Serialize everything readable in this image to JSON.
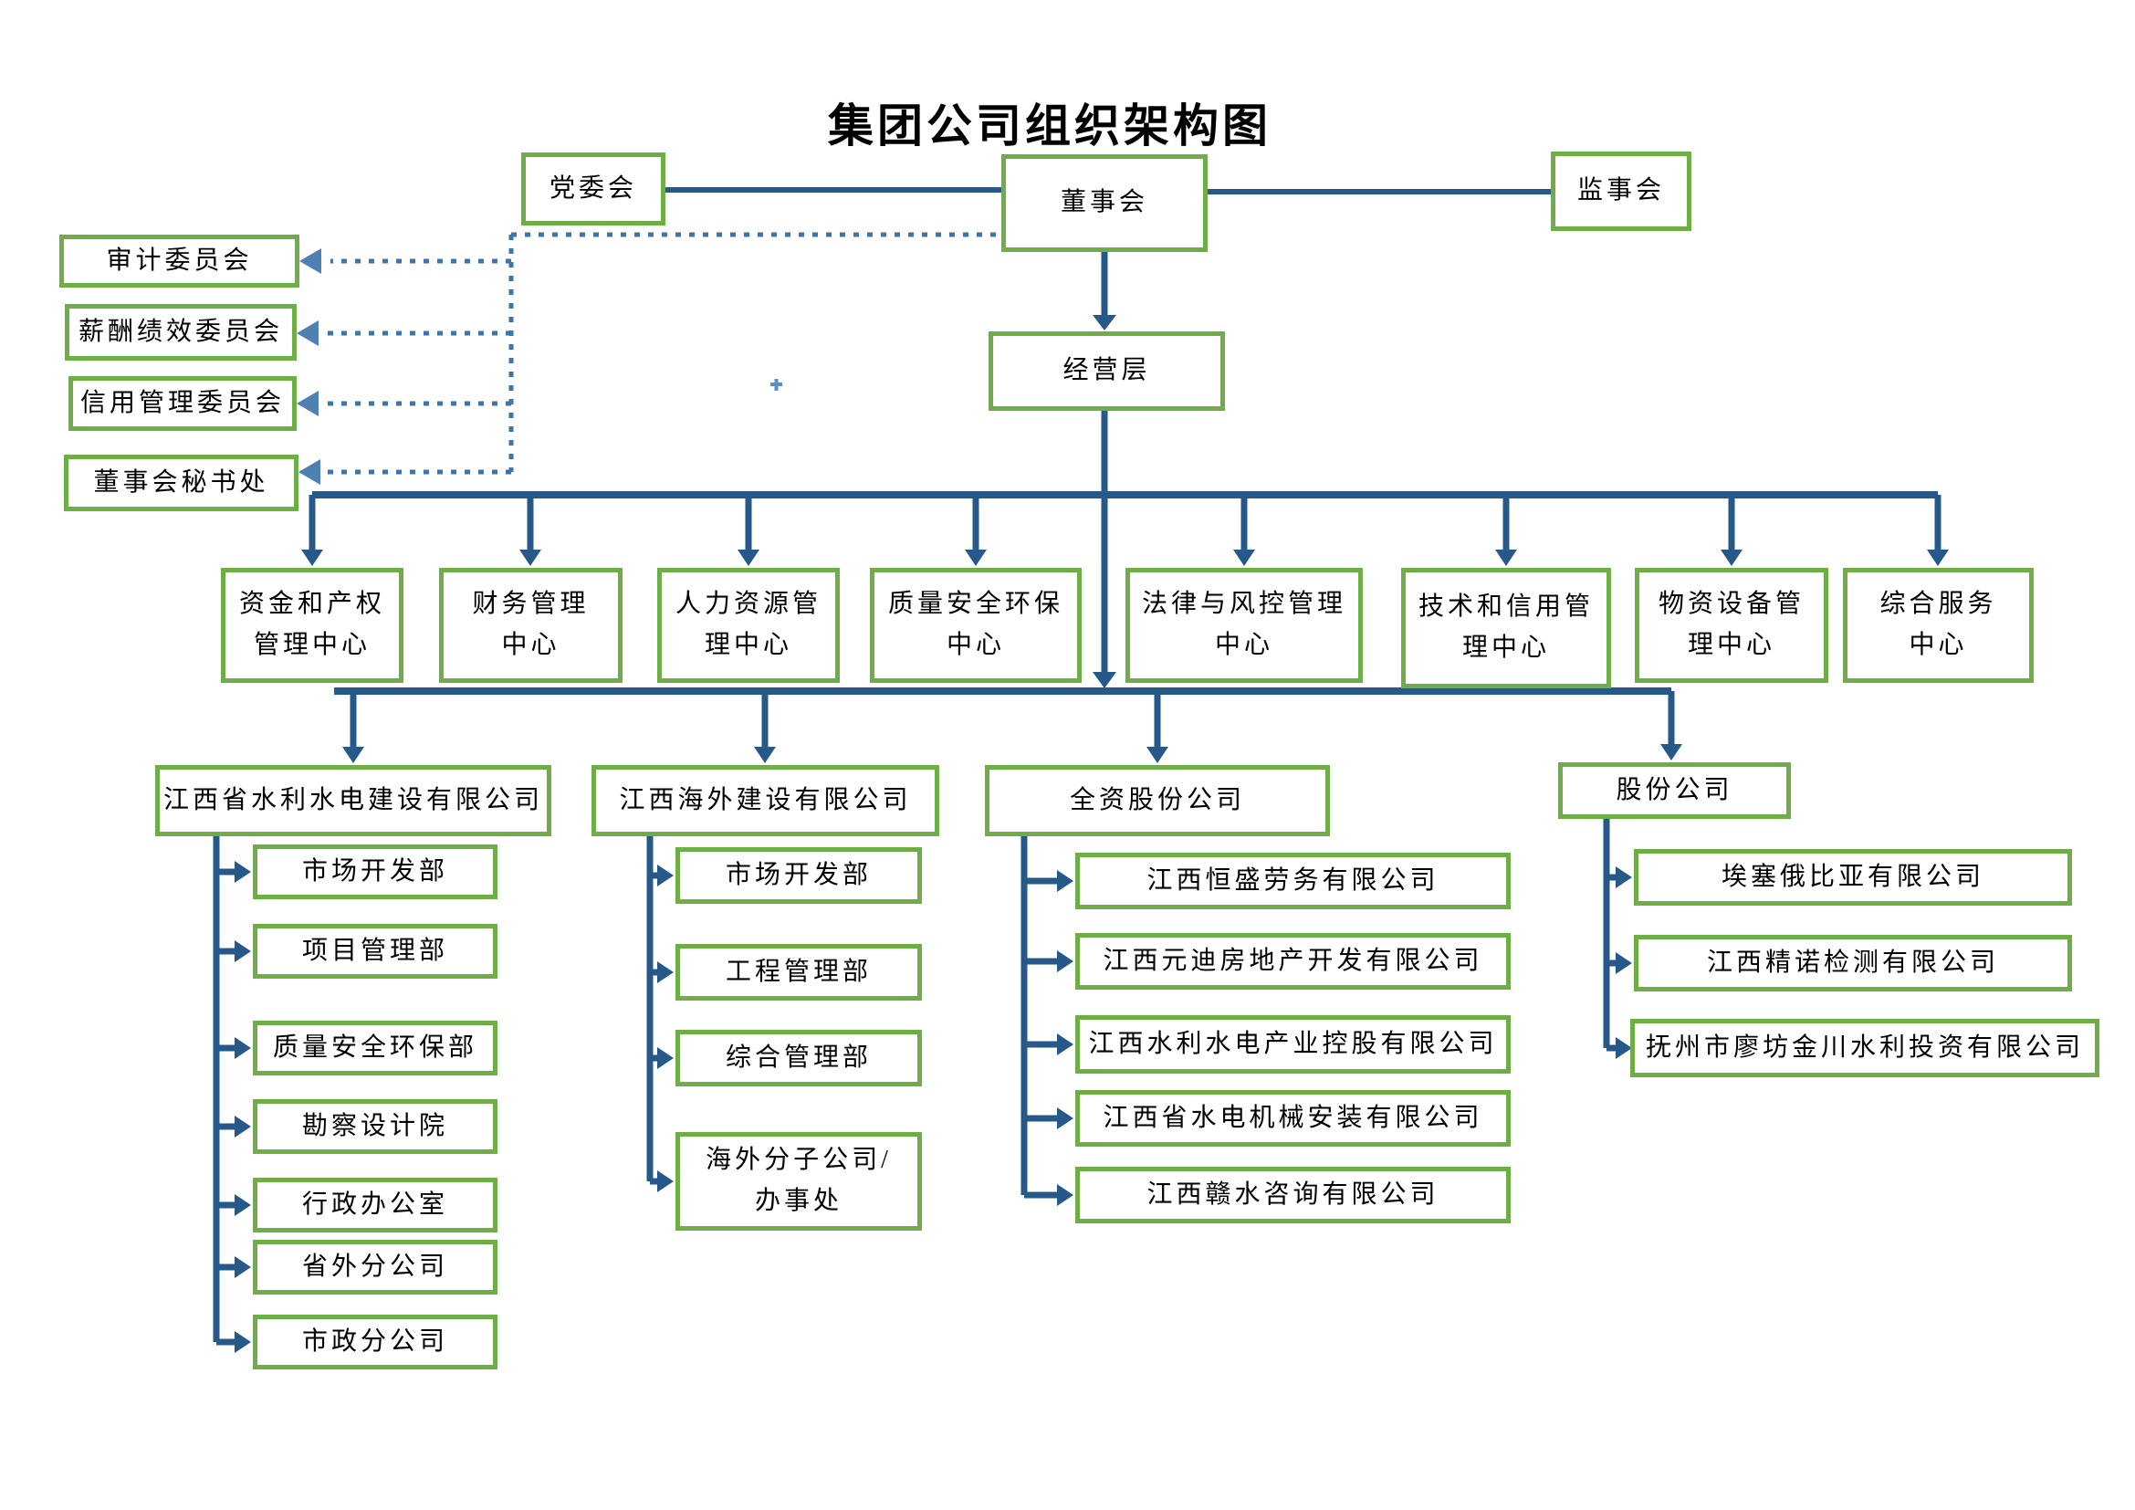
{
  "title": "集团公司组织架构图",
  "top": {
    "party_committee": "党委会",
    "board": "董事会",
    "supervisory_board": "监事会",
    "management": "经营层"
  },
  "committees": [
    "审计委员会",
    "薪酬绩效委员会",
    "信用管理委员会",
    "董事会秘书处"
  ],
  "centers": [
    "资金和产权\n管理中心",
    "财务管理\n中心",
    "人力资源管\n理中心",
    "质量安全环保\n中心",
    "法律与风控管理\n中心",
    "技术和信用管\n理中心",
    "物资设备管\n理中心",
    "综合服务\n中心"
  ],
  "groups": [
    {
      "name": "江西省水利水电建设有限公司",
      "children": [
        "市场开发部",
        "项目管理部",
        "质量安全环保部",
        "勘察设计院",
        "行政办公室",
        "省外分公司",
        "市政分公司"
      ]
    },
    {
      "name": "江西海外建设有限公司",
      "children": [
        "市场开发部",
        "工程管理部",
        "综合管理部",
        "海外分子公司/\n办事处"
      ]
    },
    {
      "name": "全资股份公司",
      "children": [
        "江西恒盛劳务有限公司",
        "江西元迪房地产开发有限公司",
        "江西水利水电产业控股有限公司",
        "江西省水电机械安装有限公司",
        "江西赣水咨询有限公司"
      ]
    },
    {
      "name": "股份公司",
      "children": [
        "埃塞俄比亚有限公司",
        "江西精诺检测有限公司",
        "抚州市廖坊金川水利投资有限公司"
      ]
    }
  ],
  "colors": {
    "box_border": "#6FAD47",
    "solid_line": "#26598A",
    "dotted_line": "#3D74A9"
  }
}
